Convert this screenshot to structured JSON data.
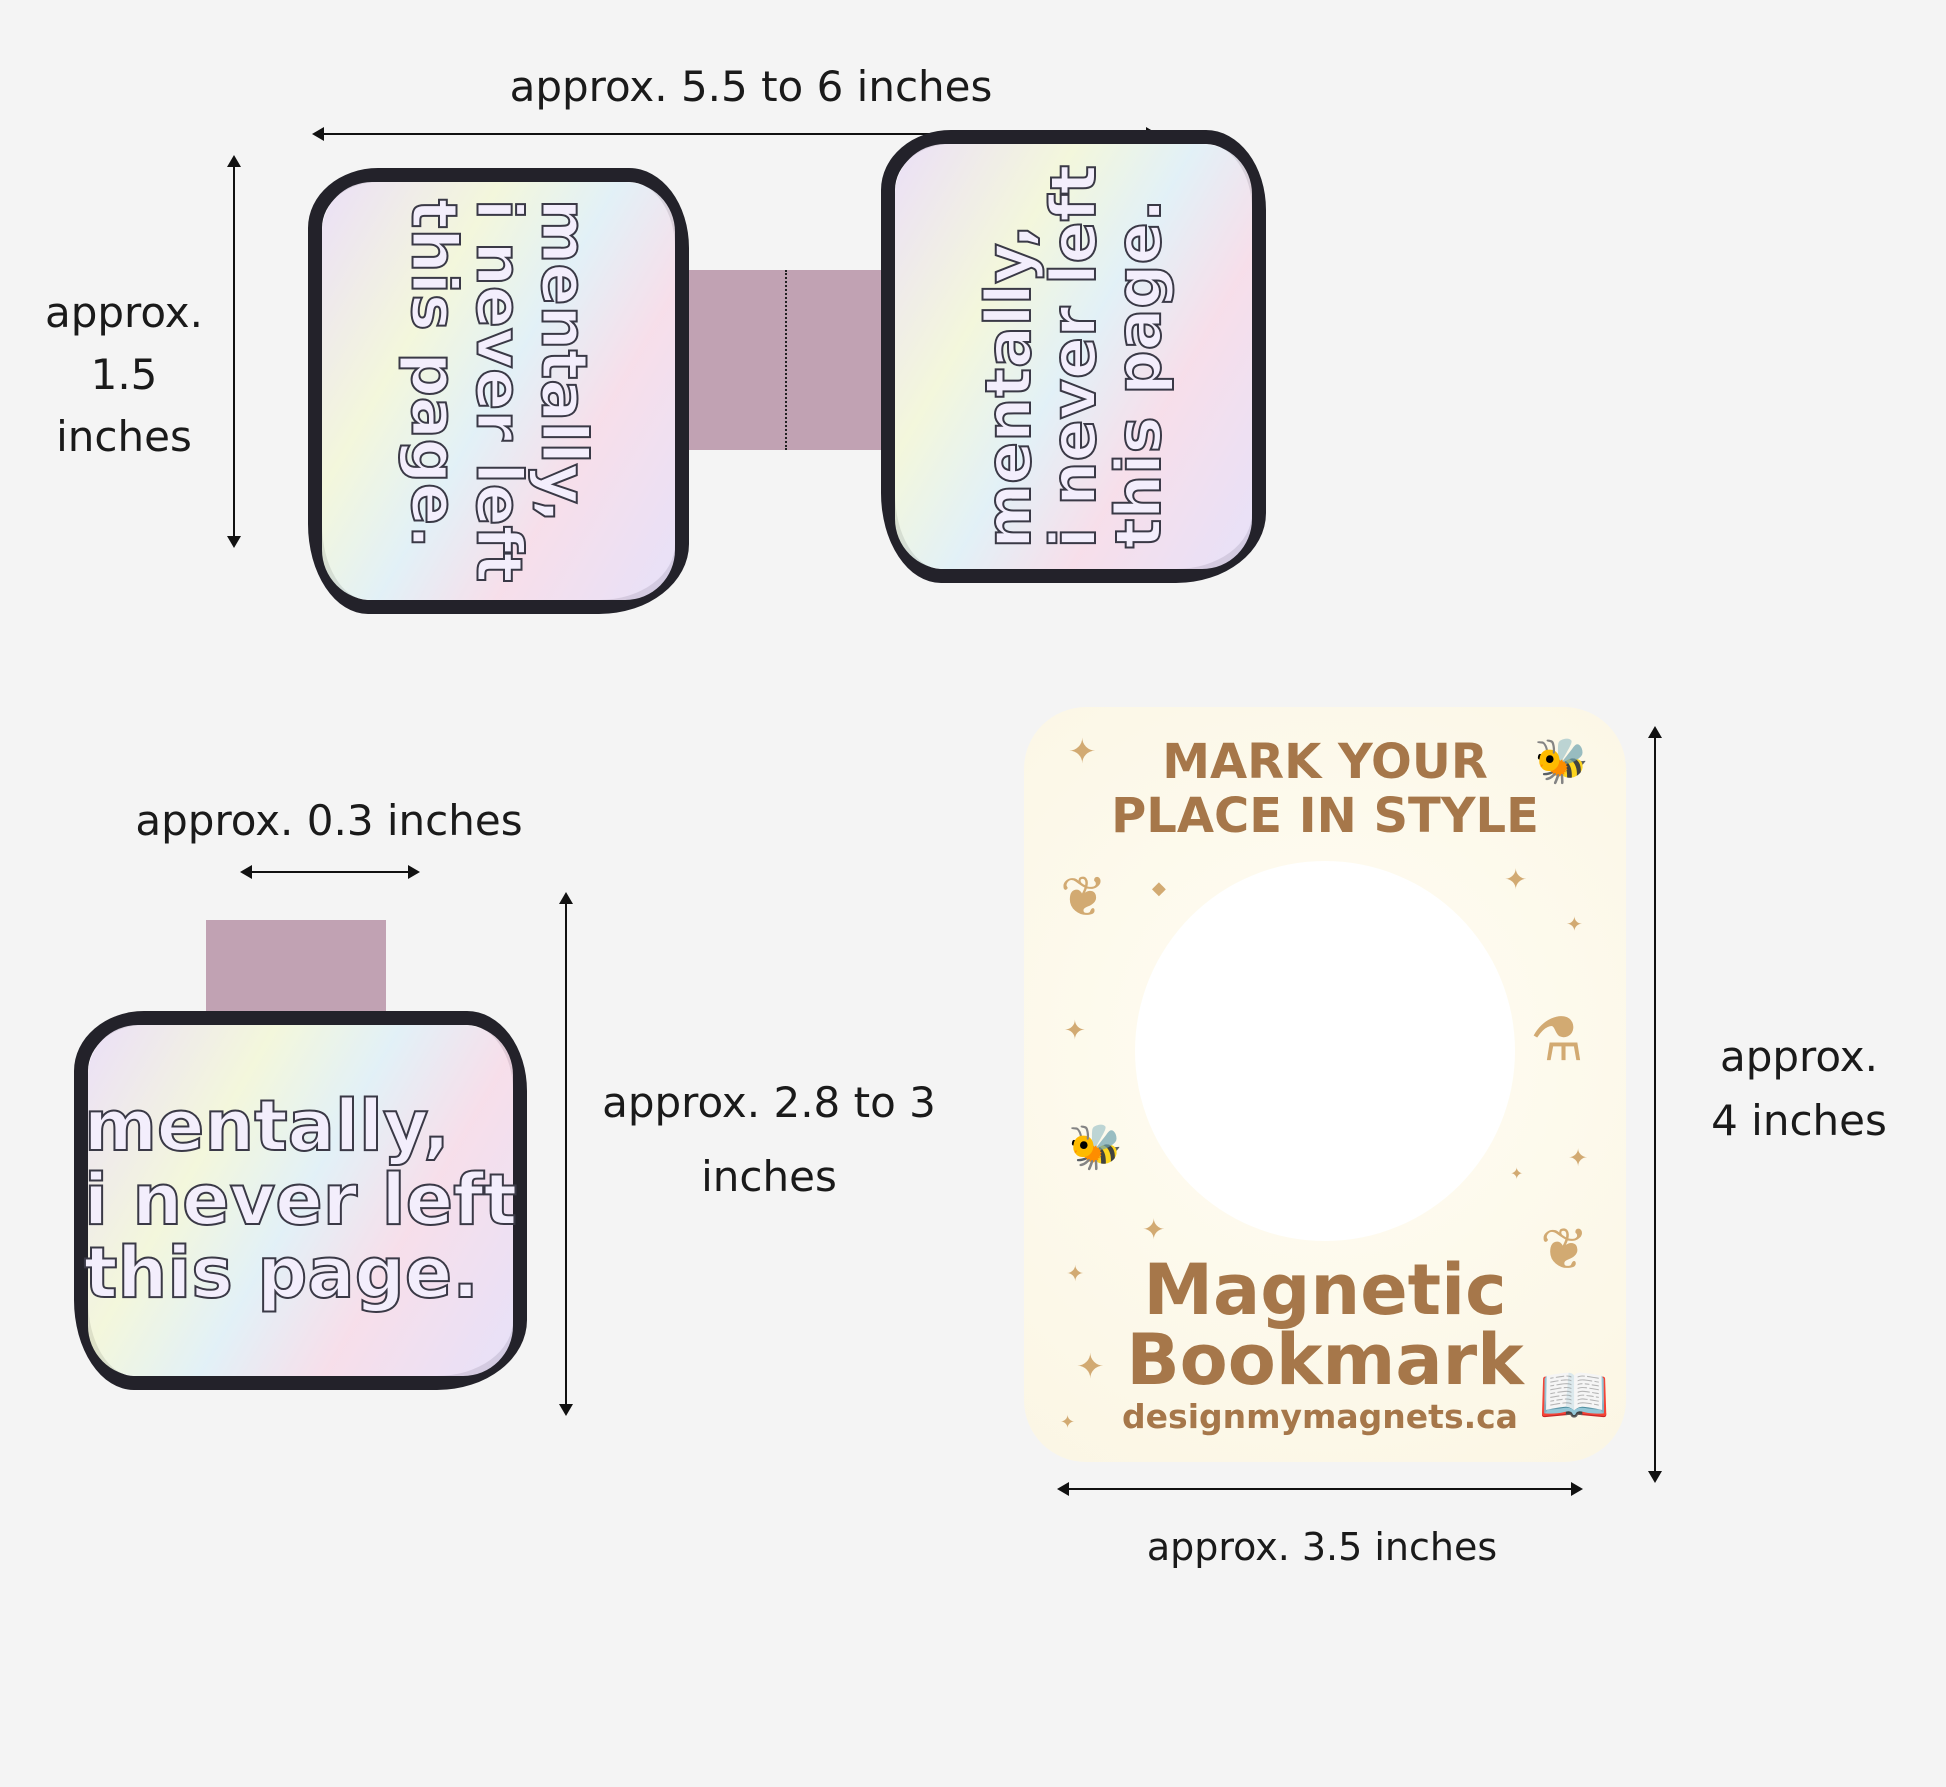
{
  "dimensions": {
    "open_width": "approx. 5.5 to 6 inches",
    "height_line1": "approx.",
    "height_line2": "1.5",
    "height_line3": "inches",
    "strip_width": "approx. 0.3 inches",
    "closed_height_line1": "approx. 2.8 to 3",
    "closed_height_line2": "inches",
    "card_height_line1": "approx.",
    "card_height_line2": "4 inches",
    "card_width": "approx. 3.5 inches"
  },
  "sticker": {
    "lines": [
      "mentally,",
      "i never left",
      "this page."
    ]
  },
  "card": {
    "headline_line1": "MARK YOUR",
    "headline_line2": "PLACE IN STYLE",
    "title_line1": "Magnetic",
    "title_line2": "Bookmark",
    "website": "designmymagnets.ca"
  },
  "colors": {
    "strip": "#c1a2b3",
    "outline": "#23222a",
    "card_text": "#a6774a",
    "card_icons": "#d2aa72"
  }
}
